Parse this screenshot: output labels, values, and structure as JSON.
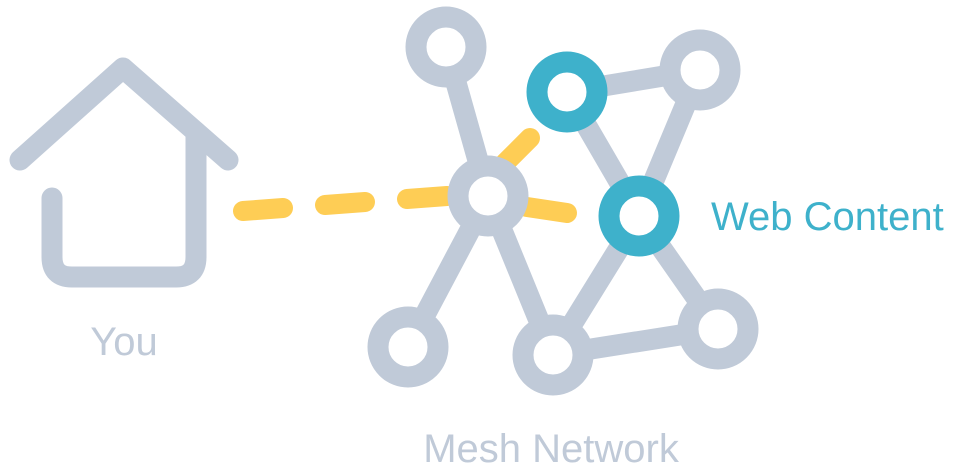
{
  "labels": {
    "you": "You",
    "mesh_network": "Mesh Network",
    "web_content": "Web Content"
  },
  "colors": {
    "gray": "#c0cad8",
    "accent": "#3eb1cb",
    "path": "#fecd55",
    "background": "#ffffff"
  },
  "icons": {
    "home": "house-icon",
    "node": "circle-node-icon"
  }
}
